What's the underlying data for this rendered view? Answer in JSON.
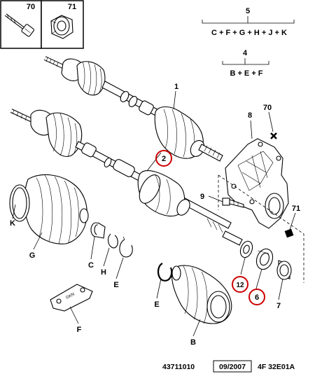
{
  "legend": {
    "top_items": [
      "70",
      "71"
    ],
    "assembly_5": {
      "number": "5",
      "formula": "C + F + G + H + J + K"
    },
    "assembly_4": {
      "number": "4",
      "formula": "B + E + F"
    }
  },
  "callouts": {
    "p1": "1",
    "p2": "2",
    "p6": "6",
    "p7": "7",
    "p8": "8",
    "p9": "9",
    "p12": "12",
    "p70": "70",
    "p71": "71",
    "B": "B",
    "C": "C",
    "E1": "E",
    "E2": "E",
    "F": "F",
    "G": "G",
    "H": "H",
    "K": "K"
  },
  "plate_text": "GKN",
  "footer": {
    "ref": "43711010",
    "date": "09/2007",
    "code": "4F 32E01A"
  },
  "colors": {
    "highlight": "#cc0000",
    "ink": "#000000"
  }
}
